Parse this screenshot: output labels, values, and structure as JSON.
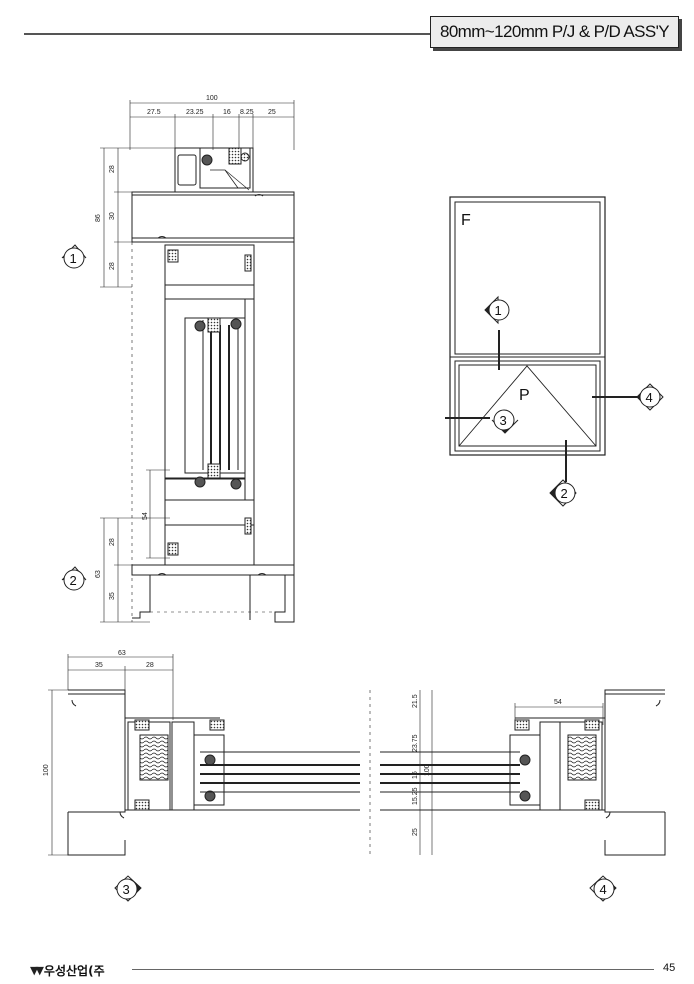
{
  "header": {
    "title": "80mm~120mm P/J & P/D ASS'Y"
  },
  "vertical_section": {
    "dims_top": {
      "total": "100",
      "d1": "27.5",
      "d2": "23.25",
      "d3": "16",
      "d4": "8.25",
      "d5": "25"
    },
    "dims_left": {
      "a": "28",
      "b": "30",
      "c": "28",
      "overall": "86",
      "d": "54",
      "e": "28",
      "f": "35",
      "g": "63"
    }
  },
  "horizontal_section": {
    "dims_top_left": {
      "total": "63",
      "a": "35",
      "b": "28"
    },
    "dims_top_right": {
      "a": "54"
    },
    "dims_center": {
      "a": "21.5",
      "b": "23.75",
      "c": "16",
      "d": "15.25",
      "e": "25",
      "overall": "100"
    },
    "dims_left": {
      "overall": "100"
    }
  },
  "elevation": {
    "fixed_label": "F",
    "project_label": "P"
  },
  "callouts": {
    "c1": "1",
    "c2": "2",
    "c3": "3",
    "c4": "4"
  },
  "footer": {
    "company": "우성산업(주",
    "page": "45"
  }
}
